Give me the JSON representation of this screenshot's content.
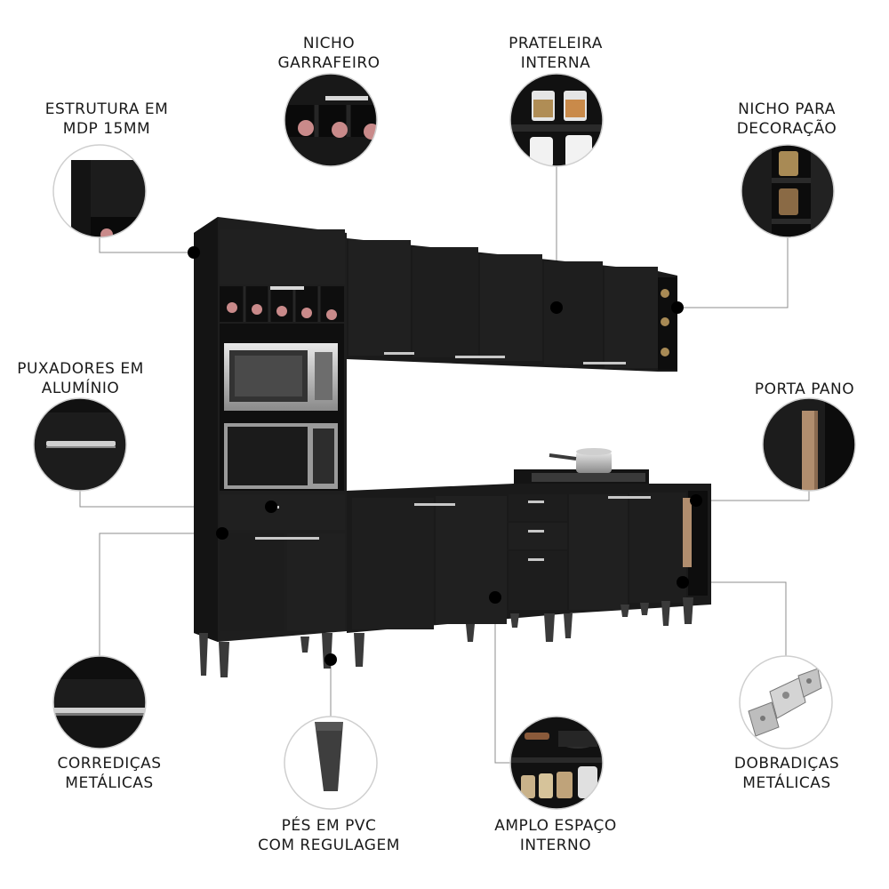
{
  "callouts": {
    "estrutura": {
      "line1": "ESTRUTURA EM",
      "line2": "MDP 15MM"
    },
    "nicho_garrafeiro": {
      "line1": "NICHO",
      "line2": "GARRAFEIRO"
    },
    "prateleira": {
      "line1": "PRATELEIRA",
      "line2": "INTERNA"
    },
    "nicho_decoracao": {
      "line1": "NICHO PARA",
      "line2": "DECORAÇÃO"
    },
    "puxadores": {
      "line1": "PUXADORES EM",
      "line2": "ALUMÍNIO"
    },
    "porta_pano": {
      "line1": "PORTA PANO"
    },
    "corredicas": {
      "line1": "CORREDIÇAS",
      "line2": "METÁLICAS"
    },
    "pes": {
      "line1": "PÉS EM PVC",
      "line2": "COM REGULAGEM"
    },
    "amplo": {
      "line1": "AMPLO ESPAÇO",
      "line2": "INTERNO"
    },
    "dobradicas": {
      "line1": "DOBRADIÇAS",
      "line2": "METÁLICAS"
    }
  },
  "colors": {
    "cabinet": "#1c1c1c",
    "cabinet_shadow": "#111111",
    "handle": "#c8c8c8",
    "leader": "#888888",
    "dot": "#000000",
    "bottle": "#c98a8a",
    "towel": "#b08d6e"
  }
}
